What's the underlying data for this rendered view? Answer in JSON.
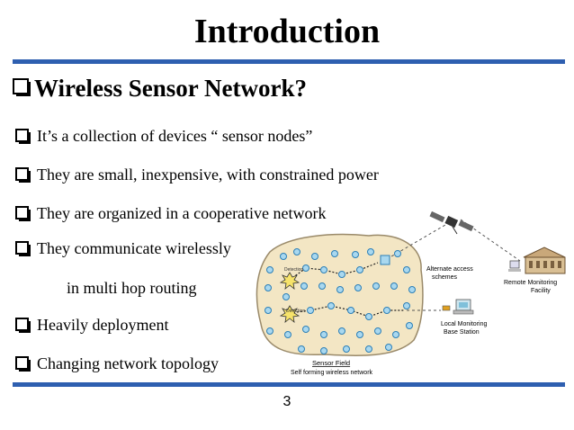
{
  "slide": {
    "title": "Introduction",
    "heading": "Wireless Sensor Network?",
    "bullets": [
      "It’s a collection of devices “ sensor nodes”",
      "They are small, inexpensive, with constrained power",
      "They are organized in a cooperative network",
      "They communicate wirelessly",
      "in multi hop routing",
      "Heavily deployment",
      "Changing network topology"
    ],
    "page_number": "3"
  },
  "figure": {
    "label_detection": "Detection",
    "label_alternate": [
      "Alternate access",
      "schemes"
    ],
    "label_remote": [
      "Remote Monitoring",
      "Facility"
    ],
    "label_local": [
      "Local Monitoring",
      "Base Station"
    ],
    "label_sensor_field": "Sensor Field",
    "label_self_forming": "Self forming wireless network"
  },
  "colors": {
    "accent_rule": "#2e5fb0",
    "node_fill": "#a9d8ef",
    "node_stroke": "#2b7fb8",
    "field_fill": "#f3e6c4"
  }
}
